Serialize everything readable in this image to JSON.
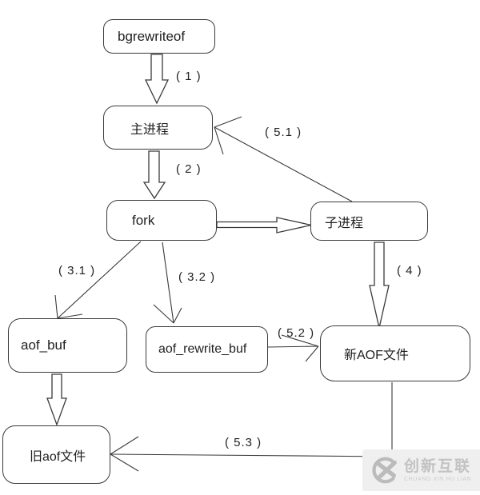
{
  "nodes": {
    "bgrewriteof": {
      "label": "bgrewriteof"
    },
    "main_process": {
      "label": "主进程"
    },
    "fork": {
      "label": "fork"
    },
    "child_process": {
      "label": "子进程"
    },
    "aof_buf": {
      "label": "aof_buf"
    },
    "aof_rewrite_buf": {
      "label": "aof_rewrite_buf"
    },
    "new_aof_file": {
      "label": "新AOF文件"
    },
    "old_aof_file": {
      "label": "旧aof文件"
    }
  },
  "edge_labels": {
    "step1": "( 1 )",
    "step2": "( 2 )",
    "step31": "( 3.1 )",
    "step32": "( 3.2 )",
    "step4": "( 4 )",
    "step51": "( 5.1 )",
    "step52": "( 5.2 )",
    "step53": "( 5.3 )"
  },
  "watermark": {
    "brand": "创新互联",
    "subtitle": "CHUANG XIN HU LIAN"
  },
  "colors": {
    "line": "#3a3a3a",
    "node_border": "#3a3a3a",
    "watermark_gray": "#c3c2c2",
    "watermark_bg": "#f0efef"
  }
}
